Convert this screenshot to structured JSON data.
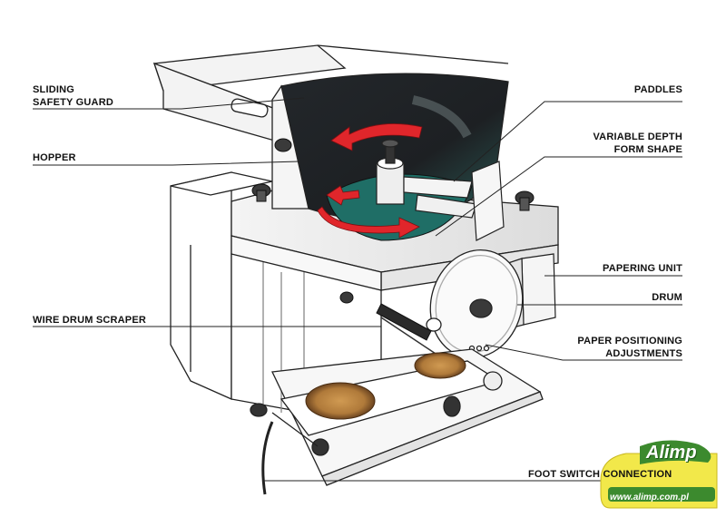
{
  "labels": {
    "sliding_1": "SLIDING",
    "sliding_2": "SAFETY GUARD",
    "hopper": "HOPPER",
    "wire_drum_scraper": "WIRE DRUM SCRAPER",
    "paddles": "PADDLES",
    "variable_1": "VARIABLE DEPTH",
    "variable_2": "FORM SHAPE",
    "papering_unit": "PAPERING UNIT",
    "drum": "DRUM",
    "paper_pos_1": "PAPER POSITIONING",
    "paper_pos_2": "ADJUSTMENTS",
    "foot_switch": "FOOT SWITCH CONNECTION"
  },
  "watermark": {
    "brand": "Alimp",
    "url": "www.alimp.com.pl"
  },
  "colors": {
    "arrow_red": "#e0262b",
    "hopper_dark": "#1c1f22",
    "hopper_teal": "#1f6e66",
    "badge_yellow": "#f2e84a",
    "badge_green": "#3c8a2e"
  }
}
